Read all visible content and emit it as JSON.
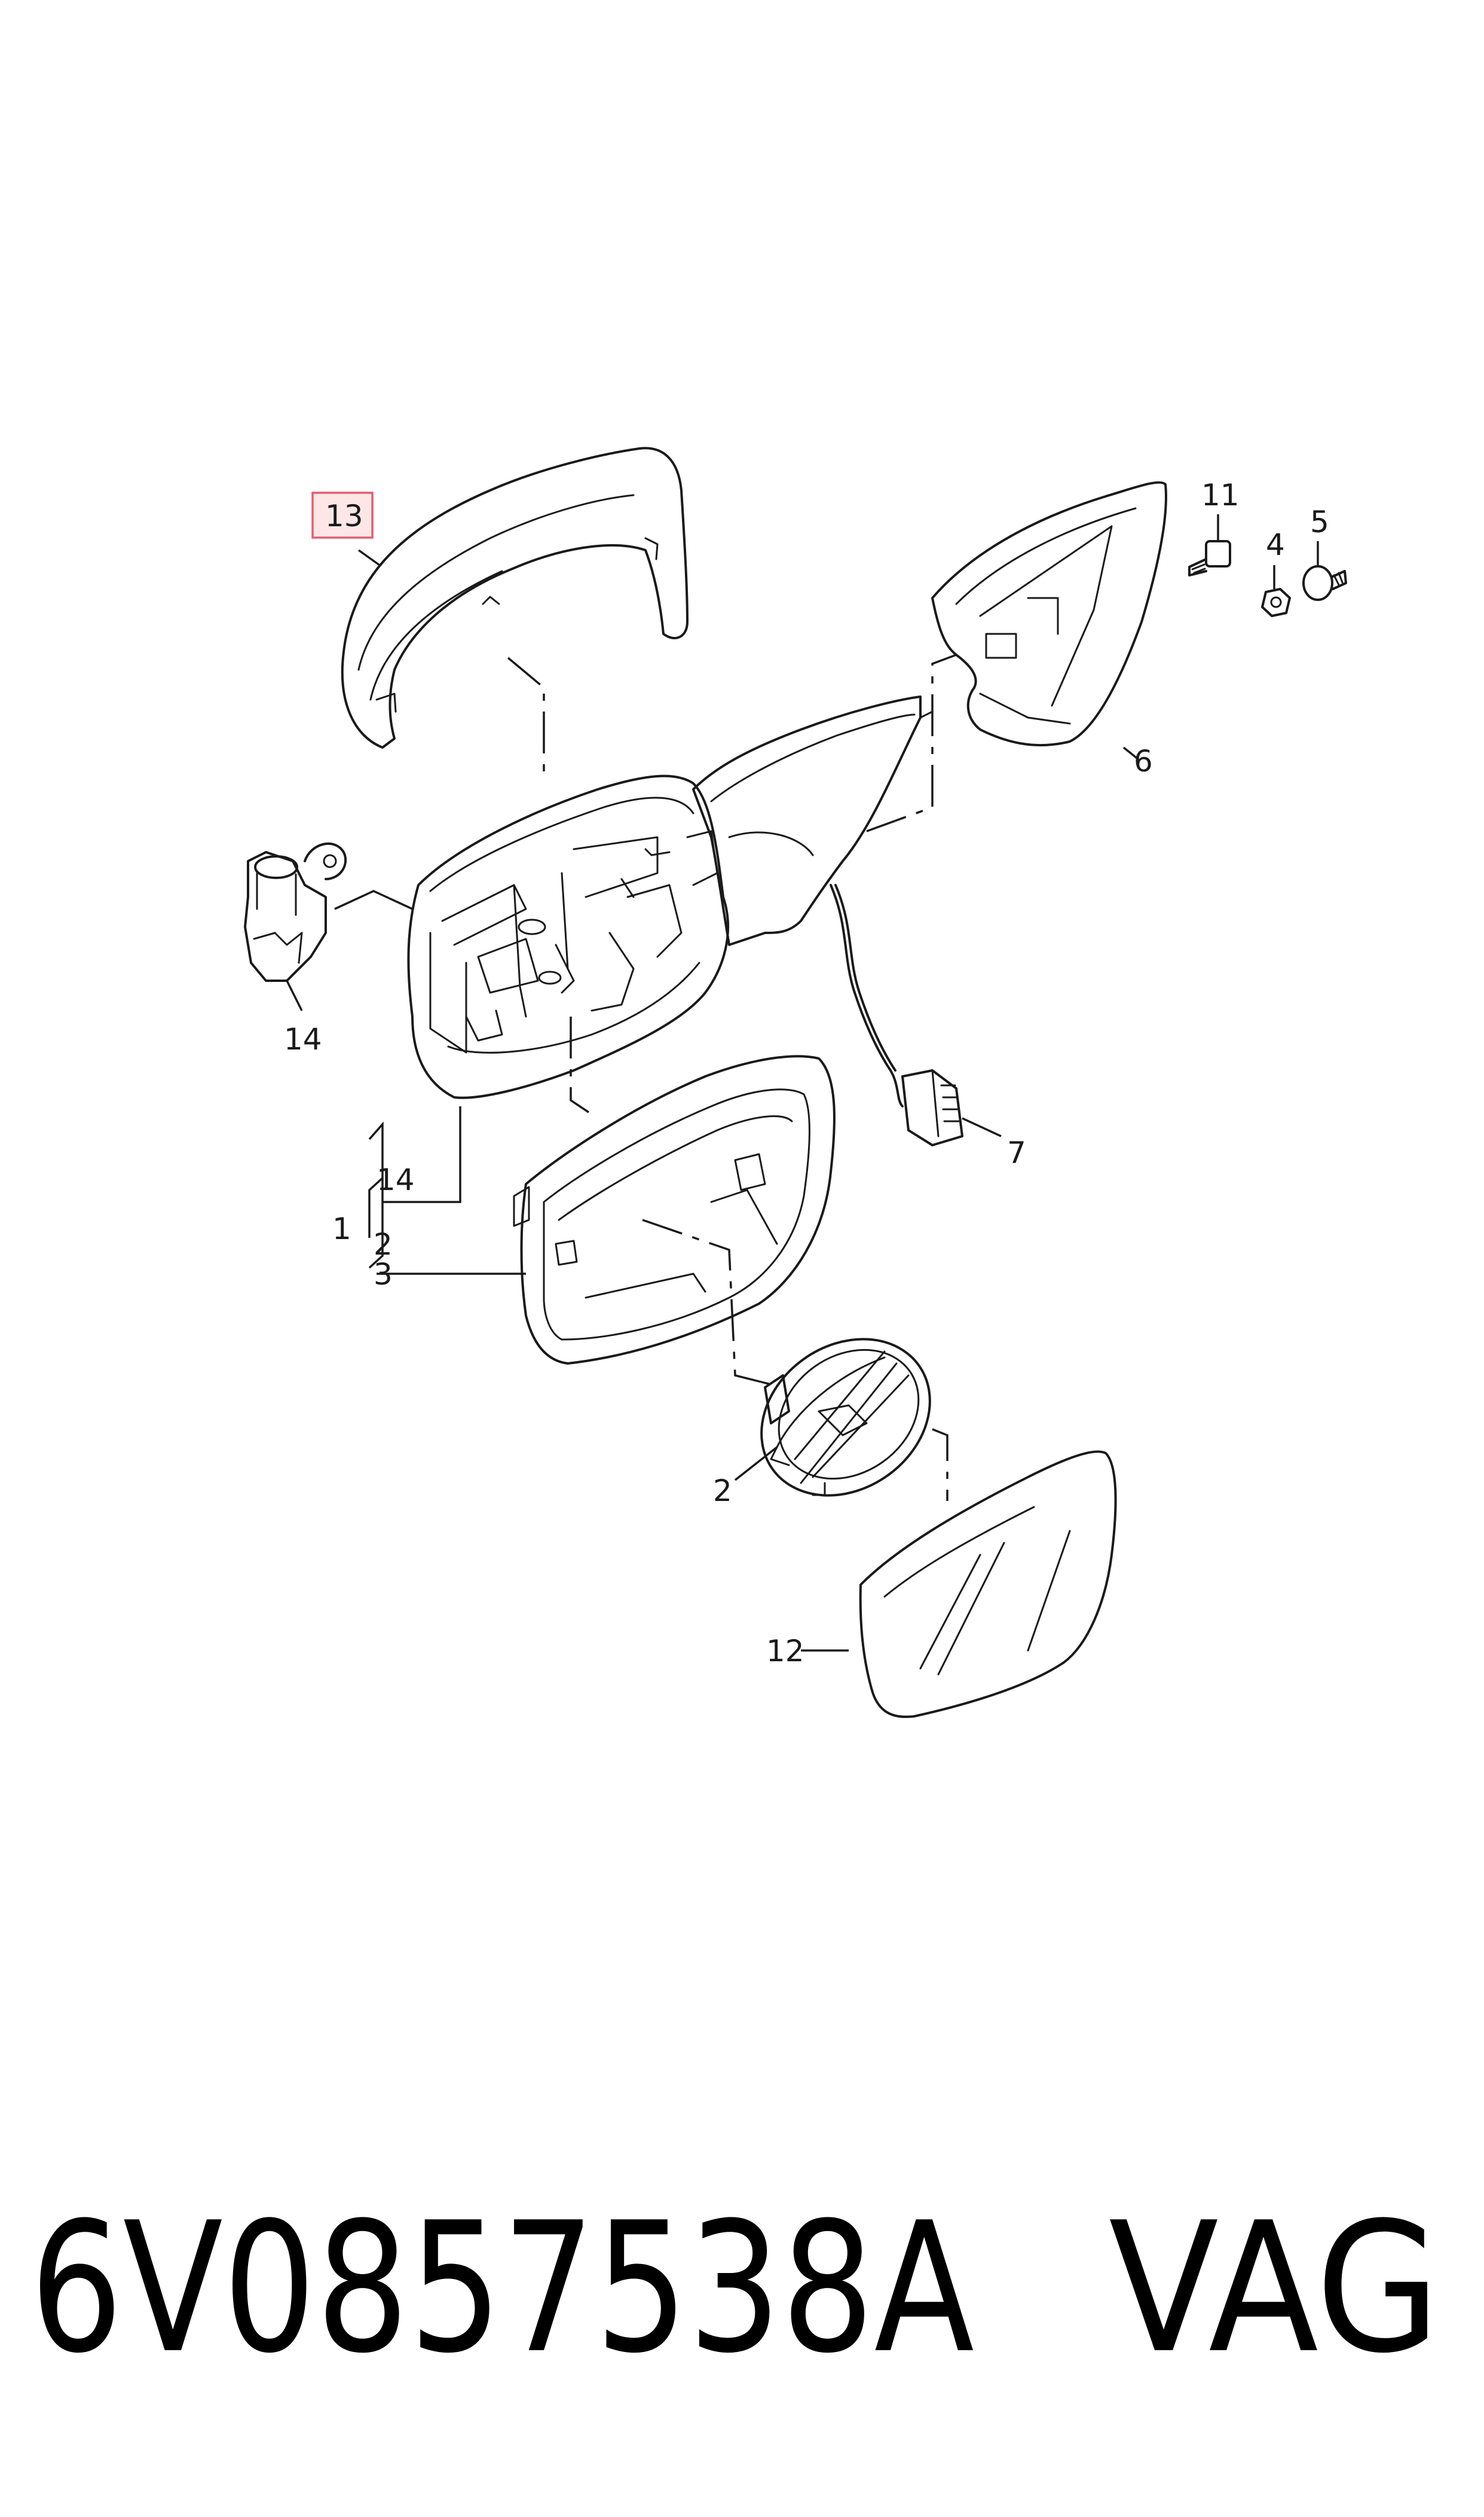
{
  "callouts": {
    "c13": "13",
    "c11": "11",
    "c4": "4",
    "c5": "5",
    "c6": "6",
    "c14_left": "14",
    "c14_bracket": "14",
    "c7": "7",
    "c1": "1",
    "c2_bracket": "2",
    "c3": "3",
    "c2": "2",
    "c12": "12"
  },
  "footer": {
    "part_number": "6V0857538A",
    "brand": "VAG"
  },
  "colors": {
    "highlight_fill": "#fde6e6",
    "highlight_border": "#e06070",
    "line": "#1a1a1a"
  }
}
